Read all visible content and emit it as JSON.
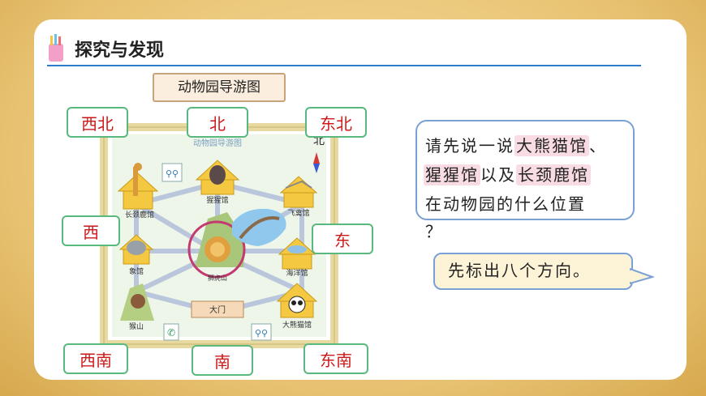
{
  "section": {
    "title": "探究与发现"
  },
  "map": {
    "title": "动物园导游图",
    "inner_title": "动物园导游图",
    "north_marker": "北",
    "places": {
      "giraffe": "长颈鹿馆",
      "gorilla": "猩猩馆",
      "birds": "飞禽馆",
      "elephant": "象馆",
      "lion": "狮虎山",
      "ocean": "海洋馆",
      "monkey": "猴山",
      "gate": "大门",
      "panda": "大熊猫馆"
    }
  },
  "directions": {
    "northwest": "西北",
    "north": "北",
    "northeast": "东北",
    "west": "西",
    "east": "东",
    "southwest": "西南",
    "south": "南",
    "southeast": "东南"
  },
  "bubble_main": {
    "line1_pre": "请先说一说",
    "line1_hl": "大熊猫馆",
    "line1_post": "、",
    "line2_hl1": "猩猩馆",
    "line2_mid": "以及",
    "line2_hl2": "长颈鹿馆",
    "line3": "在动物园的什么位置",
    "line4": "？"
  },
  "bubble_small": {
    "text": "先标出八个方向。"
  },
  "colors": {
    "direction_text": "#cc1a1a",
    "direction_border": "#59b87d",
    "highlight": "#f8dbe3",
    "bubble_border": "#7aa0d6",
    "rule_line": "#2e7cc7"
  }
}
